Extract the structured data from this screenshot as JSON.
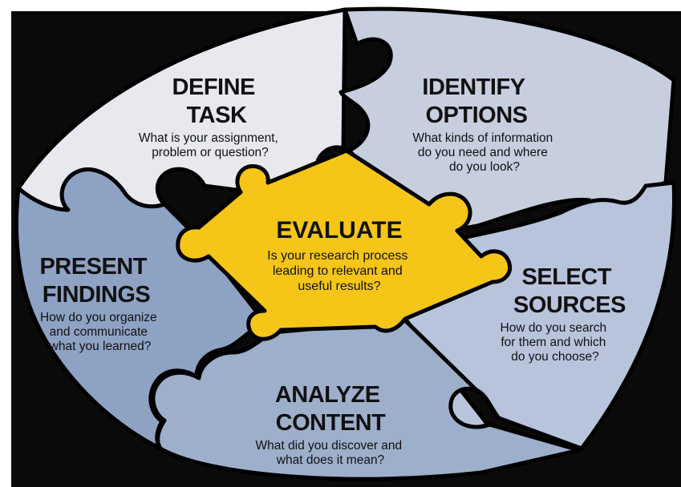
{
  "colors": {
    "background": "#0a0a0a",
    "define_task": "#e7e9ef",
    "identify_options": "#c7cfdf",
    "select_sources": "#b8c4dc",
    "analyze_content": "#9eafcb",
    "present_findings": "#8ea2c4",
    "evaluate": "#f5c517"
  },
  "center": {
    "title": "EVALUATE",
    "description": [
      "Is your research process",
      "leading to relevant and",
      "useful results?"
    ]
  },
  "pieces": {
    "define_task": {
      "title": [
        "DEFINE",
        "TASK"
      ],
      "description": [
        "What is your assignment,",
        "problem or question?"
      ]
    },
    "identify_options": {
      "title": [
        "IDENTIFY",
        "OPTIONS"
      ],
      "description": [
        "What kinds of information",
        "do you need and where",
        "do you look?"
      ]
    },
    "select_sources": {
      "title": [
        "SELECT",
        "SOURCES"
      ],
      "description": [
        "How do you search",
        "for them and which",
        "do you choose?"
      ]
    },
    "analyze_content": {
      "title": [
        "ANALYZE",
        "CONTENT"
      ],
      "description": [
        "What did you discover and",
        "what does it mean?"
      ]
    },
    "present_findings": {
      "title": [
        "PRESENT",
        "FINDINGS"
      ],
      "description": [
        "How do you organize",
        "and communicate",
        "what you learned?"
      ]
    }
  }
}
